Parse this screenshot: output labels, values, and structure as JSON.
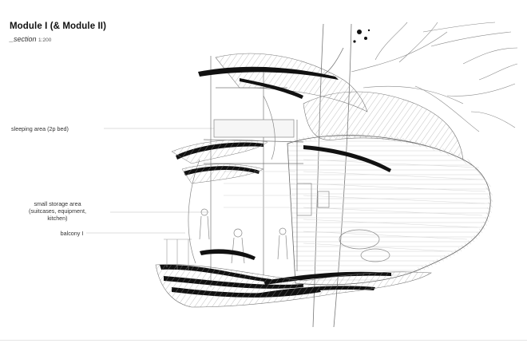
{
  "header": {
    "title": "Module I (& Module II)",
    "subtitle": "_section",
    "scale": "1:200"
  },
  "labels": {
    "sleeping": "sleeping area (2p bed)",
    "storage_line1": "small storage area",
    "storage_line2": "(suitcases, equipment,",
    "storage_line3": "kitchen)",
    "balcony": "balcony I"
  }
}
